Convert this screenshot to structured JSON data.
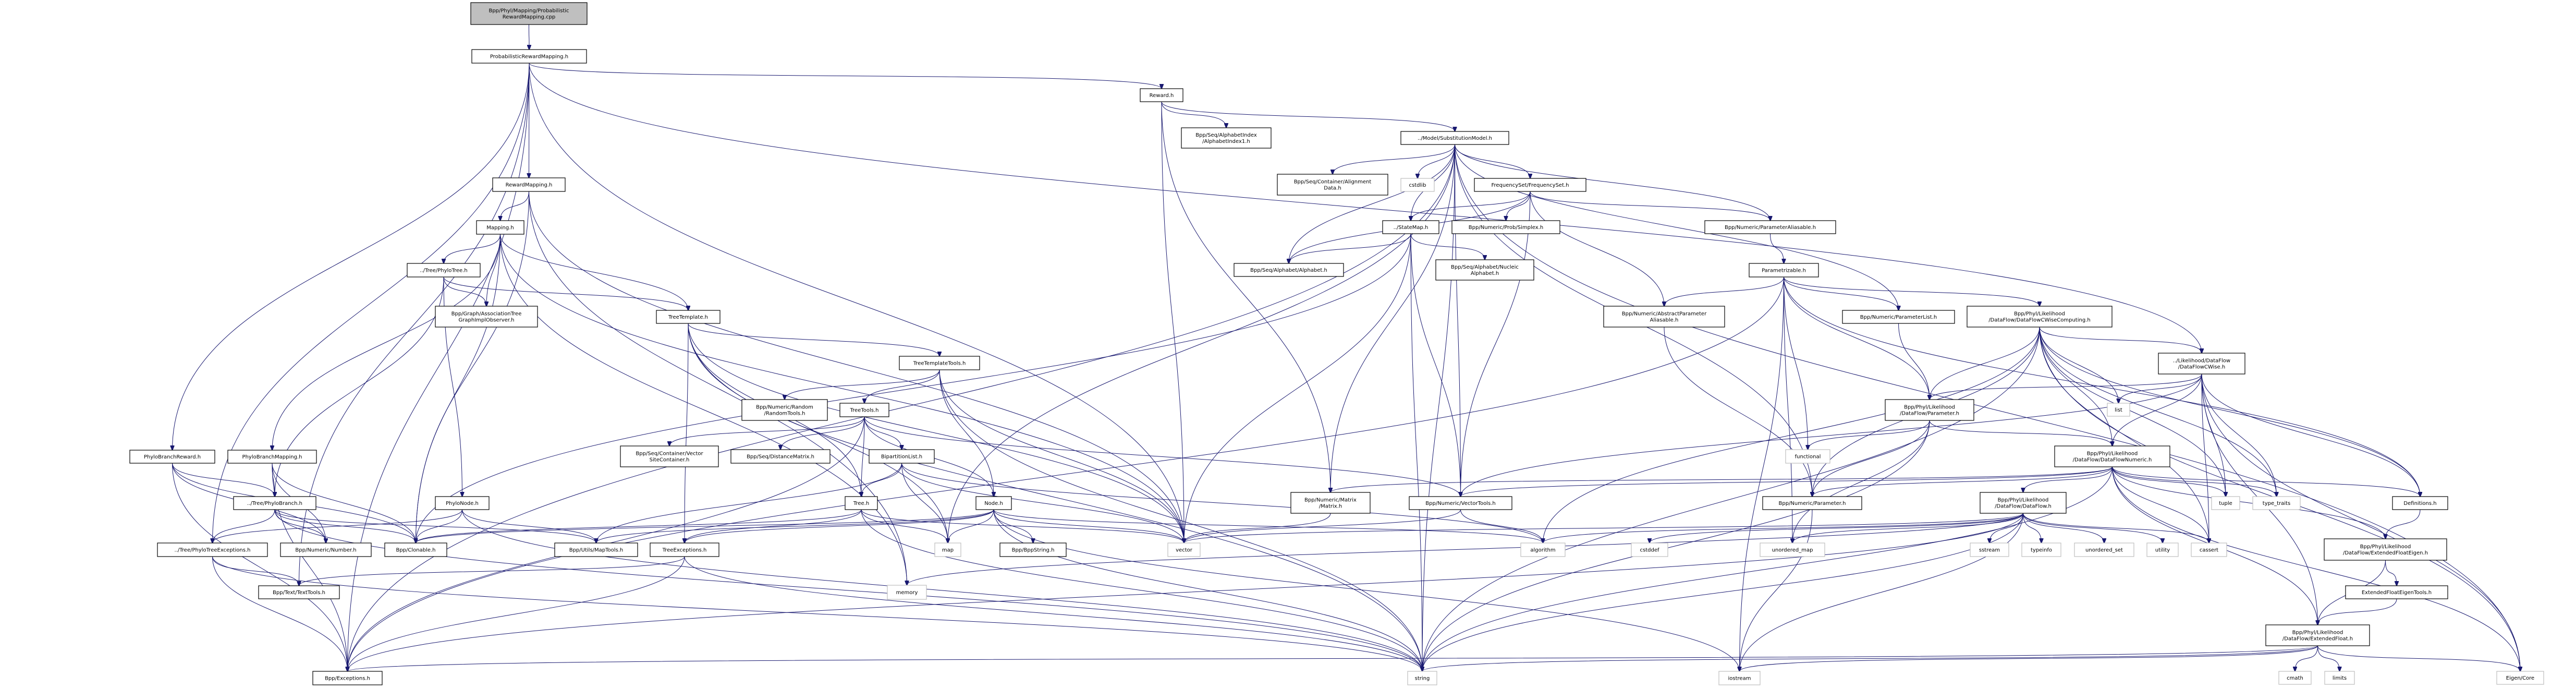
{
  "title": "Bpp/Phyl/Mapping/ProbabilisticRewardMapping.cpp include dependency graph",
  "colors": {
    "edge": "#191970",
    "root_fill": "#bfbfbf",
    "node_border": "#000000",
    "system_border": "#bfbfbf"
  },
  "nodes": [
    {
      "id": "root",
      "lines": [
        "Bpp/Phyl/Mapping/Probabilistic",
        "RewardMapping.cpp"
      ],
      "kind": "root"
    },
    {
      "id": "prm",
      "lines": [
        "ProbabilisticRewardMapping.h"
      ],
      "kind": "file"
    },
    {
      "id": "reward",
      "lines": [
        "Reward.h"
      ],
      "kind": "file"
    },
    {
      "id": "alphaidx",
      "lines": [
        "Bpp/Seq/AlphabetIndex",
        "/AlphabetIndex1.h"
      ],
      "kind": "file"
    },
    {
      "id": "submodel",
      "lines": [
        "../Model/SubstitutionModel.h"
      ],
      "kind": "file"
    },
    {
      "id": "rewardmapping",
      "lines": [
        "RewardMapping.h"
      ],
      "kind": "file"
    },
    {
      "id": "mapping",
      "lines": [
        "Mapping.h"
      ],
      "kind": "file"
    },
    {
      "id": "phylotree",
      "lines": [
        "../Tree/PhyloTree.h"
      ],
      "kind": "file"
    },
    {
      "id": "assoc",
      "lines": [
        "Bpp/Graph/AssociationTree",
        "GraphImplObserver.h"
      ],
      "kind": "file"
    },
    {
      "id": "treetemplate",
      "lines": [
        "TreeTemplate.h"
      ],
      "kind": "file"
    },
    {
      "id": "treetemplatetools",
      "lines": [
        "TreeTemplateTools.h"
      ],
      "kind": "file"
    },
    {
      "id": "randomtools",
      "lines": [
        "Bpp/Numeric/Random",
        "/RandomTools.h"
      ],
      "kind": "file"
    },
    {
      "id": "treetools",
      "lines": [
        "TreeTools.h"
      ],
      "kind": "file"
    },
    {
      "id": "vsc",
      "lines": [
        "Bpp/Seq/Container/Vector",
        "SiteContainer.h"
      ],
      "kind": "file"
    },
    {
      "id": "distmatrix",
      "lines": [
        "Bpp/Seq/DistanceMatrix.h"
      ],
      "kind": "file"
    },
    {
      "id": "bipartition",
      "lines": [
        "BipartitionList.h"
      ],
      "kind": "file"
    },
    {
      "id": "tree",
      "lines": [
        "Tree.h"
      ],
      "kind": "file"
    },
    {
      "id": "node",
      "lines": [
        "Node.h"
      ],
      "kind": "file"
    },
    {
      "id": "maptools",
      "lines": [
        "Bpp/Utils/MapTools.h"
      ],
      "kind": "file"
    },
    {
      "id": "treeexc",
      "lines": [
        "TreeExceptions.h"
      ],
      "kind": "file"
    },
    {
      "id": "map",
      "lines": [
        "map"
      ],
      "kind": "sys"
    },
    {
      "id": "bppstring",
      "lines": [
        "Bpp/BppString.h"
      ],
      "kind": "file"
    },
    {
      "id": "memory",
      "lines": [
        "memory"
      ],
      "kind": "sys"
    },
    {
      "id": "pbreward",
      "lines": [
        "PhyloBranchReward.h"
      ],
      "kind": "file"
    },
    {
      "id": "pbmapping",
      "lines": [
        "PhyloBranchMapping.h"
      ],
      "kind": "file"
    },
    {
      "id": "phylobranch",
      "lines": [
        "../Tree/PhyloBranch.h"
      ],
      "kind": "file"
    },
    {
      "id": "phylonode",
      "lines": [
        "PhyloNode.h"
      ],
      "kind": "file"
    },
    {
      "id": "ptexc",
      "lines": [
        "../Tree/PhyloTreeExceptions.h"
      ],
      "kind": "file"
    },
    {
      "id": "number",
      "lines": [
        "Bpp/Numeric/Number.h"
      ],
      "kind": "file"
    },
    {
      "id": "clonable",
      "lines": [
        "Bpp/Clonable.h"
      ],
      "kind": "file"
    },
    {
      "id": "texttools",
      "lines": [
        "Bpp/Text/TextTools.h"
      ],
      "kind": "file"
    },
    {
      "id": "exceptions",
      "lines": [
        "Bpp/Exceptions.h"
      ],
      "kind": "file"
    },
    {
      "id": "alignment",
      "lines": [
        "Bpp/Seq/Container/Alignment",
        "Data.h"
      ],
      "kind": "file"
    },
    {
      "id": "cstdlib",
      "lines": [
        "cstdlib"
      ],
      "kind": "sys"
    },
    {
      "id": "freqset",
      "lines": [
        "FrequencySet/FrequencySet.h"
      ],
      "kind": "file"
    },
    {
      "id": "statemap",
      "lines": [
        "../StateMap.h"
      ],
      "kind": "file"
    },
    {
      "id": "simplex",
      "lines": [
        "Bpp/Numeric/Prob/Simplex.h"
      ],
      "kind": "file"
    },
    {
      "id": "alphabet",
      "lines": [
        "Bpp/Seq/Alphabet/Alphabet.h"
      ],
      "kind": "file"
    },
    {
      "id": "nucleic",
      "lines": [
        "Bpp/Seq/Alphabet/Nucleic",
        "Alphabet.h"
      ],
      "kind": "file"
    },
    {
      "id": "paramalias",
      "lines": [
        "Bpp/Numeric/ParameterAliasable.h"
      ],
      "kind": "file"
    },
    {
      "id": "parametrizable",
      "lines": [
        "Parametrizable.h"
      ],
      "kind": "file"
    },
    {
      "id": "absparamalias",
      "lines": [
        "Bpp/Numeric/AbstractParameter",
        "Aliasable.h"
      ],
      "kind": "file"
    },
    {
      "id": "paramlist",
      "lines": [
        "Bpp/Numeric/ParameterList.h"
      ],
      "kind": "file"
    },
    {
      "id": "dfcwisecomp",
      "lines": [
        "Bpp/Phyl/Likelihood",
        "/DataFlow/DataFlowCWiseComputing.h"
      ],
      "kind": "file"
    },
    {
      "id": "dfcwise",
      "lines": [
        "../Likelihood/DataFlow",
        "/DataFlowCWise.h"
      ],
      "kind": "file"
    },
    {
      "id": "dfparam",
      "lines": [
        "Bpp/Phyl/Likelihood",
        "/DataFlow/Parameter.h"
      ],
      "kind": "file"
    },
    {
      "id": "list",
      "lines": [
        "list"
      ],
      "kind": "sys"
    },
    {
      "id": "functional",
      "lines": [
        "functional"
      ],
      "kind": "sys"
    },
    {
      "id": "dfnumeric",
      "lines": [
        "Bpp/Phyl/Likelihood",
        "/DataFlow/DataFlowNumeric.h"
      ],
      "kind": "file"
    },
    {
      "id": "numparam",
      "lines": [
        "Bpp/Numeric/Parameter.h"
      ],
      "kind": "file"
    },
    {
      "id": "dataflow",
      "lines": [
        "Bpp/Phyl/Likelihood",
        "/DataFlow/DataFlow.h"
      ],
      "kind": "file"
    },
    {
      "id": "tuple",
      "lines": [
        "tuple"
      ],
      "kind": "sys"
    },
    {
      "id": "typetraits",
      "lines": [
        "type_traits"
      ],
      "kind": "sys"
    },
    {
      "id": "definitions",
      "lines": [
        "Definitions.h"
      ],
      "kind": "file"
    },
    {
      "id": "matrix",
      "lines": [
        "Bpp/Numeric/Matrix",
        "/Matrix.h"
      ],
      "kind": "file"
    },
    {
      "id": "vectortools",
      "lines": [
        "Bpp/Numeric/VectorTools.h"
      ],
      "kind": "file"
    },
    {
      "id": "vector",
      "lines": [
        "vector"
      ],
      "kind": "sys"
    },
    {
      "id": "algorithm",
      "lines": [
        "algorithm"
      ],
      "kind": "sys"
    },
    {
      "id": "cstddef",
      "lines": [
        "cstddef"
      ],
      "kind": "sys"
    },
    {
      "id": "unorderedmap",
      "lines": [
        "unordered_map"
      ],
      "kind": "sys"
    },
    {
      "id": "sstream",
      "lines": [
        "sstream"
      ],
      "kind": "sys"
    },
    {
      "id": "typeinfo",
      "lines": [
        "typeinfo"
      ],
      "kind": "sys"
    },
    {
      "id": "unorderedset",
      "lines": [
        "unordered_set"
      ],
      "kind": "sys"
    },
    {
      "id": "utility",
      "lines": [
        "utility"
      ],
      "kind": "sys"
    },
    {
      "id": "cassert",
      "lines": [
        "cassert"
      ],
      "kind": "sys"
    },
    {
      "id": "efeigen",
      "lines": [
        "Bpp/Phyl/Likelihood",
        "/DataFlow/ExtendedFloatEigen.h"
      ],
      "kind": "file"
    },
    {
      "id": "efeigentools",
      "lines": [
        "ExtendedFloatEigenTools.h"
      ],
      "kind": "file"
    },
    {
      "id": "extfloat",
      "lines": [
        "Bpp/Phyl/Likelihood",
        "/DataFlow/ExtendedFloat.h"
      ],
      "kind": "file"
    },
    {
      "id": "string",
      "lines": [
        "string"
      ],
      "kind": "sys"
    },
    {
      "id": "iostream",
      "lines": [
        "iostream"
      ],
      "kind": "sys"
    },
    {
      "id": "cmath",
      "lines": [
        "cmath"
      ],
      "kind": "sys"
    },
    {
      "id": "limits",
      "lines": [
        "limits"
      ],
      "kind": "sys"
    },
    {
      "id": "eigencore",
      "lines": [
        "Eigen/Core"
      ],
      "kind": "sys"
    }
  ],
  "edges": [
    [
      "root",
      "prm"
    ],
    [
      "prm",
      "rewardmapping"
    ],
    [
      "prm",
      "reward"
    ],
    [
      "prm",
      "dfcwise"
    ],
    [
      "prm",
      "vector"
    ],
    [
      "prm",
      "pbreward"
    ],
    [
      "prm",
      "ptexc"
    ],
    [
      "prm",
      "texttools"
    ],
    [
      "prm",
      "exceptions"
    ],
    [
      "reward",
      "alphaidx"
    ],
    [
      "reward",
      "submodel"
    ],
    [
      "reward",
      "vector"
    ],
    [
      "reward",
      "matrix"
    ],
    [
      "submodel",
      "alignment"
    ],
    [
      "submodel",
      "cstdlib"
    ],
    [
      "submodel",
      "freqset"
    ],
    [
      "submodel",
      "statemap"
    ],
    [
      "submodel",
      "alphabet"
    ],
    [
      "submodel",
      "paramalias"
    ],
    [
      "submodel",
      "paramlist"
    ],
    [
      "submodel",
      "vectortools"
    ],
    [
      "submodel",
      "numparam"
    ],
    [
      "submodel",
      "matrix"
    ],
    [
      "submodel",
      "string"
    ],
    [
      "submodel",
      "eigencore"
    ],
    [
      "submodel",
      "exceptions"
    ],
    [
      "submodel",
      "map"
    ],
    [
      "rewardmapping",
      "mapping"
    ],
    [
      "rewardmapping",
      "vector"
    ],
    [
      "rewardmapping",
      "clonable"
    ],
    [
      "rewardmapping",
      "memory"
    ],
    [
      "mapping",
      "phylotree"
    ],
    [
      "mapping",
      "assoc"
    ],
    [
      "mapping",
      "pbmapping"
    ],
    [
      "mapping",
      "treetemplate"
    ],
    [
      "mapping",
      "vector"
    ],
    [
      "mapping",
      "clonable"
    ],
    [
      "mapping",
      "memory"
    ],
    [
      "phylotree",
      "assoc"
    ],
    [
      "phylotree",
      "treetemplate"
    ],
    [
      "phylotree",
      "phylonode"
    ],
    [
      "phylotree",
      "phylobranch"
    ],
    [
      "treetemplate",
      "treetemplatetools"
    ],
    [
      "treetemplate",
      "treeexc"
    ],
    [
      "treetemplate",
      "tree"
    ],
    [
      "treetemplate",
      "string"
    ],
    [
      "treetemplate",
      "vector"
    ],
    [
      "treetemplate",
      "map"
    ],
    [
      "treetemplatetools",
      "randomtools"
    ],
    [
      "treetemplatetools",
      "treetools"
    ],
    [
      "treetemplatetools",
      "node"
    ],
    [
      "treetemplatetools",
      "string"
    ],
    [
      "treetemplatetools",
      "vector"
    ],
    [
      "treetools",
      "vsc"
    ],
    [
      "treetools",
      "distmatrix"
    ],
    [
      "treetools",
      "bipartition"
    ],
    [
      "treetools",
      "tree"
    ],
    [
      "treetools",
      "node"
    ],
    [
      "treetools",
      "vectortools"
    ],
    [
      "treetools",
      "exceptions"
    ],
    [
      "bipartition",
      "tree"
    ],
    [
      "bipartition",
      "map"
    ],
    [
      "bipartition",
      "maptools"
    ],
    [
      "bipartition",
      "vector"
    ],
    [
      "bipartition",
      "algorithm"
    ],
    [
      "tree",
      "treeexc"
    ],
    [
      "tree",
      "map"
    ],
    [
      "tree",
      "string"
    ],
    [
      "tree",
      "vector"
    ],
    [
      "tree",
      "clonable"
    ],
    [
      "node",
      "maptools"
    ],
    [
      "node",
      "treeexc"
    ],
    [
      "node",
      "map"
    ],
    [
      "node",
      "bppstring"
    ],
    [
      "node",
      "string"
    ],
    [
      "node",
      "vector"
    ],
    [
      "node",
      "iostream"
    ],
    [
      "node",
      "clonable"
    ],
    [
      "node",
      "algorithm"
    ],
    [
      "treeexc",
      "exceptions"
    ],
    [
      "treeexc",
      "string"
    ],
    [
      "treeexc",
      "texttools"
    ],
    [
      "pbreward",
      "phylobranch"
    ],
    [
      "pbreward",
      "number"
    ],
    [
      "pbreward",
      "clonable"
    ],
    [
      "pbreward",
      "exceptions"
    ],
    [
      "pbmapping",
      "phylobranch"
    ],
    [
      "pbmapping",
      "number"
    ],
    [
      "pbmapping",
      "clonable"
    ],
    [
      "pbmapping",
      "exceptions"
    ],
    [
      "phylobranch",
      "ptexc"
    ],
    [
      "phylobranch",
      "number"
    ],
    [
      "phylobranch",
      "clonable"
    ],
    [
      "phylobranch",
      "maptools"
    ],
    [
      "phylobranch",
      "string"
    ],
    [
      "phylonode",
      "ptexc"
    ],
    [
      "phylonode",
      "clonable"
    ],
    [
      "phylonode",
      "maptools"
    ],
    [
      "phylonode",
      "string"
    ],
    [
      "ptexc",
      "texttools"
    ],
    [
      "ptexc",
      "exceptions"
    ],
    [
      "ptexc",
      "string"
    ],
    [
      "freqset",
      "statemap"
    ],
    [
      "freqset",
      "simplex"
    ],
    [
      "freqset",
      "alphabet"
    ],
    [
      "freqset",
      "paramalias"
    ],
    [
      "freqset",
      "absparamalias"
    ],
    [
      "freqset",
      "vectortools"
    ],
    [
      "statemap",
      "alphabet"
    ],
    [
      "statemap",
      "nucleic"
    ],
    [
      "statemap",
      "vector"
    ],
    [
      "statemap",
      "string"
    ],
    [
      "statemap",
      "vectortools"
    ],
    [
      "statemap",
      "clonable"
    ],
    [
      "paramalias",
      "parametrizable"
    ],
    [
      "parametrizable",
      "absparamalias"
    ],
    [
      "parametrizable",
      "paramlist"
    ],
    [
      "parametrizable",
      "dfcwisecomp"
    ],
    [
      "parametrizable",
      "dfparam"
    ],
    [
      "parametrizable",
      "functional"
    ],
    [
      "parametrizable",
      "unorderedmap"
    ],
    [
      "parametrizable",
      "iostream"
    ],
    [
      "parametrizable",
      "exceptions"
    ],
    [
      "parametrizable",
      "definitions"
    ],
    [
      "paramlist",
      "dfparam"
    ],
    [
      "dfcwisecomp",
      "dfcwise"
    ],
    [
      "dfcwisecomp",
      "dfparam"
    ],
    [
      "dfcwisecomp",
      "list"
    ],
    [
      "dfcwisecomp",
      "dfnumeric"
    ],
    [
      "dfcwisecomp",
      "tuple"
    ],
    [
      "dfcwisecomp",
      "typetraits"
    ],
    [
      "dfcwisecomp",
      "definitions"
    ],
    [
      "dfcwisecomp",
      "eigencore"
    ],
    [
      "dfcwisecomp",
      "algorithm"
    ],
    [
      "dfcwisecomp",
      "string"
    ],
    [
      "dfcwisecomp",
      "cassert"
    ],
    [
      "dfcwisecomp",
      "numparam"
    ],
    [
      "dfcwise",
      "dfparam"
    ],
    [
      "dfcwise",
      "list"
    ],
    [
      "dfcwise",
      "dfnumeric"
    ],
    [
      "dfcwise",
      "tuple"
    ],
    [
      "dfcwise",
      "typetraits"
    ],
    [
      "dfcwise",
      "definitions"
    ],
    [
      "dfcwise",
      "eigencore"
    ],
    [
      "dfcwise",
      "extfloat"
    ],
    [
      "dfcwise",
      "cassert"
    ],
    [
      "dfcwise",
      "vectortools"
    ],
    [
      "dfparam",
      "numparam"
    ],
    [
      "dfparam",
      "dfnumeric"
    ],
    [
      "dfparam",
      "functional"
    ],
    [
      "dfparam",
      "unorderedmap"
    ],
    [
      "dfparam",
      "string"
    ],
    [
      "dfnumeric",
      "dataflow"
    ],
    [
      "dfnumeric",
      "numparam"
    ],
    [
      "dfnumeric",
      "tuple"
    ],
    [
      "dfnumeric",
      "typetraits"
    ],
    [
      "dfnumeric",
      "definitions"
    ],
    [
      "dfnumeric",
      "efeigen"
    ],
    [
      "dfnumeric",
      "extfloat"
    ],
    [
      "dfnumeric",
      "cassert"
    ],
    [
      "dfnumeric",
      "eigencore"
    ],
    [
      "dfnumeric",
      "matrix"
    ],
    [
      "dfnumeric",
      "vectortools"
    ],
    [
      "dfnumeric",
      "string"
    ],
    [
      "dataflow",
      "sstream"
    ],
    [
      "dataflow",
      "typeinfo"
    ],
    [
      "dataflow",
      "unorderedset"
    ],
    [
      "dataflow",
      "utility"
    ],
    [
      "dataflow",
      "cassert"
    ],
    [
      "dataflow",
      "unorderedmap"
    ],
    [
      "dataflow",
      "string"
    ],
    [
      "dataflow",
      "vector"
    ],
    [
      "dataflow",
      "memory"
    ],
    [
      "dataflow",
      "exceptions"
    ],
    [
      "dataflow",
      "iostream"
    ],
    [
      "dataflow",
      "algorithm"
    ],
    [
      "dataflow",
      "cstddef"
    ],
    [
      "definitions",
      "efeigen"
    ],
    [
      "efeigen",
      "efeigentools"
    ],
    [
      "efeigen",
      "extfloat"
    ],
    [
      "efeigentools",
      "extfloat"
    ],
    [
      "extfloat",
      "cmath"
    ],
    [
      "extfloat",
      "limits"
    ],
    [
      "extfloat",
      "eigencore"
    ],
    [
      "extfloat",
      "string"
    ],
    [
      "extfloat",
      "iostream"
    ],
    [
      "extfloat",
      "exceptions"
    ],
    [
      "numparam",
      "iostream"
    ],
    [
      "vectortools",
      "vector"
    ],
    [
      "vectortools",
      "algorithm"
    ],
    [
      "matrix",
      "vector"
    ],
    [
      "absparamalias",
      "numparam"
    ]
  ]
}
